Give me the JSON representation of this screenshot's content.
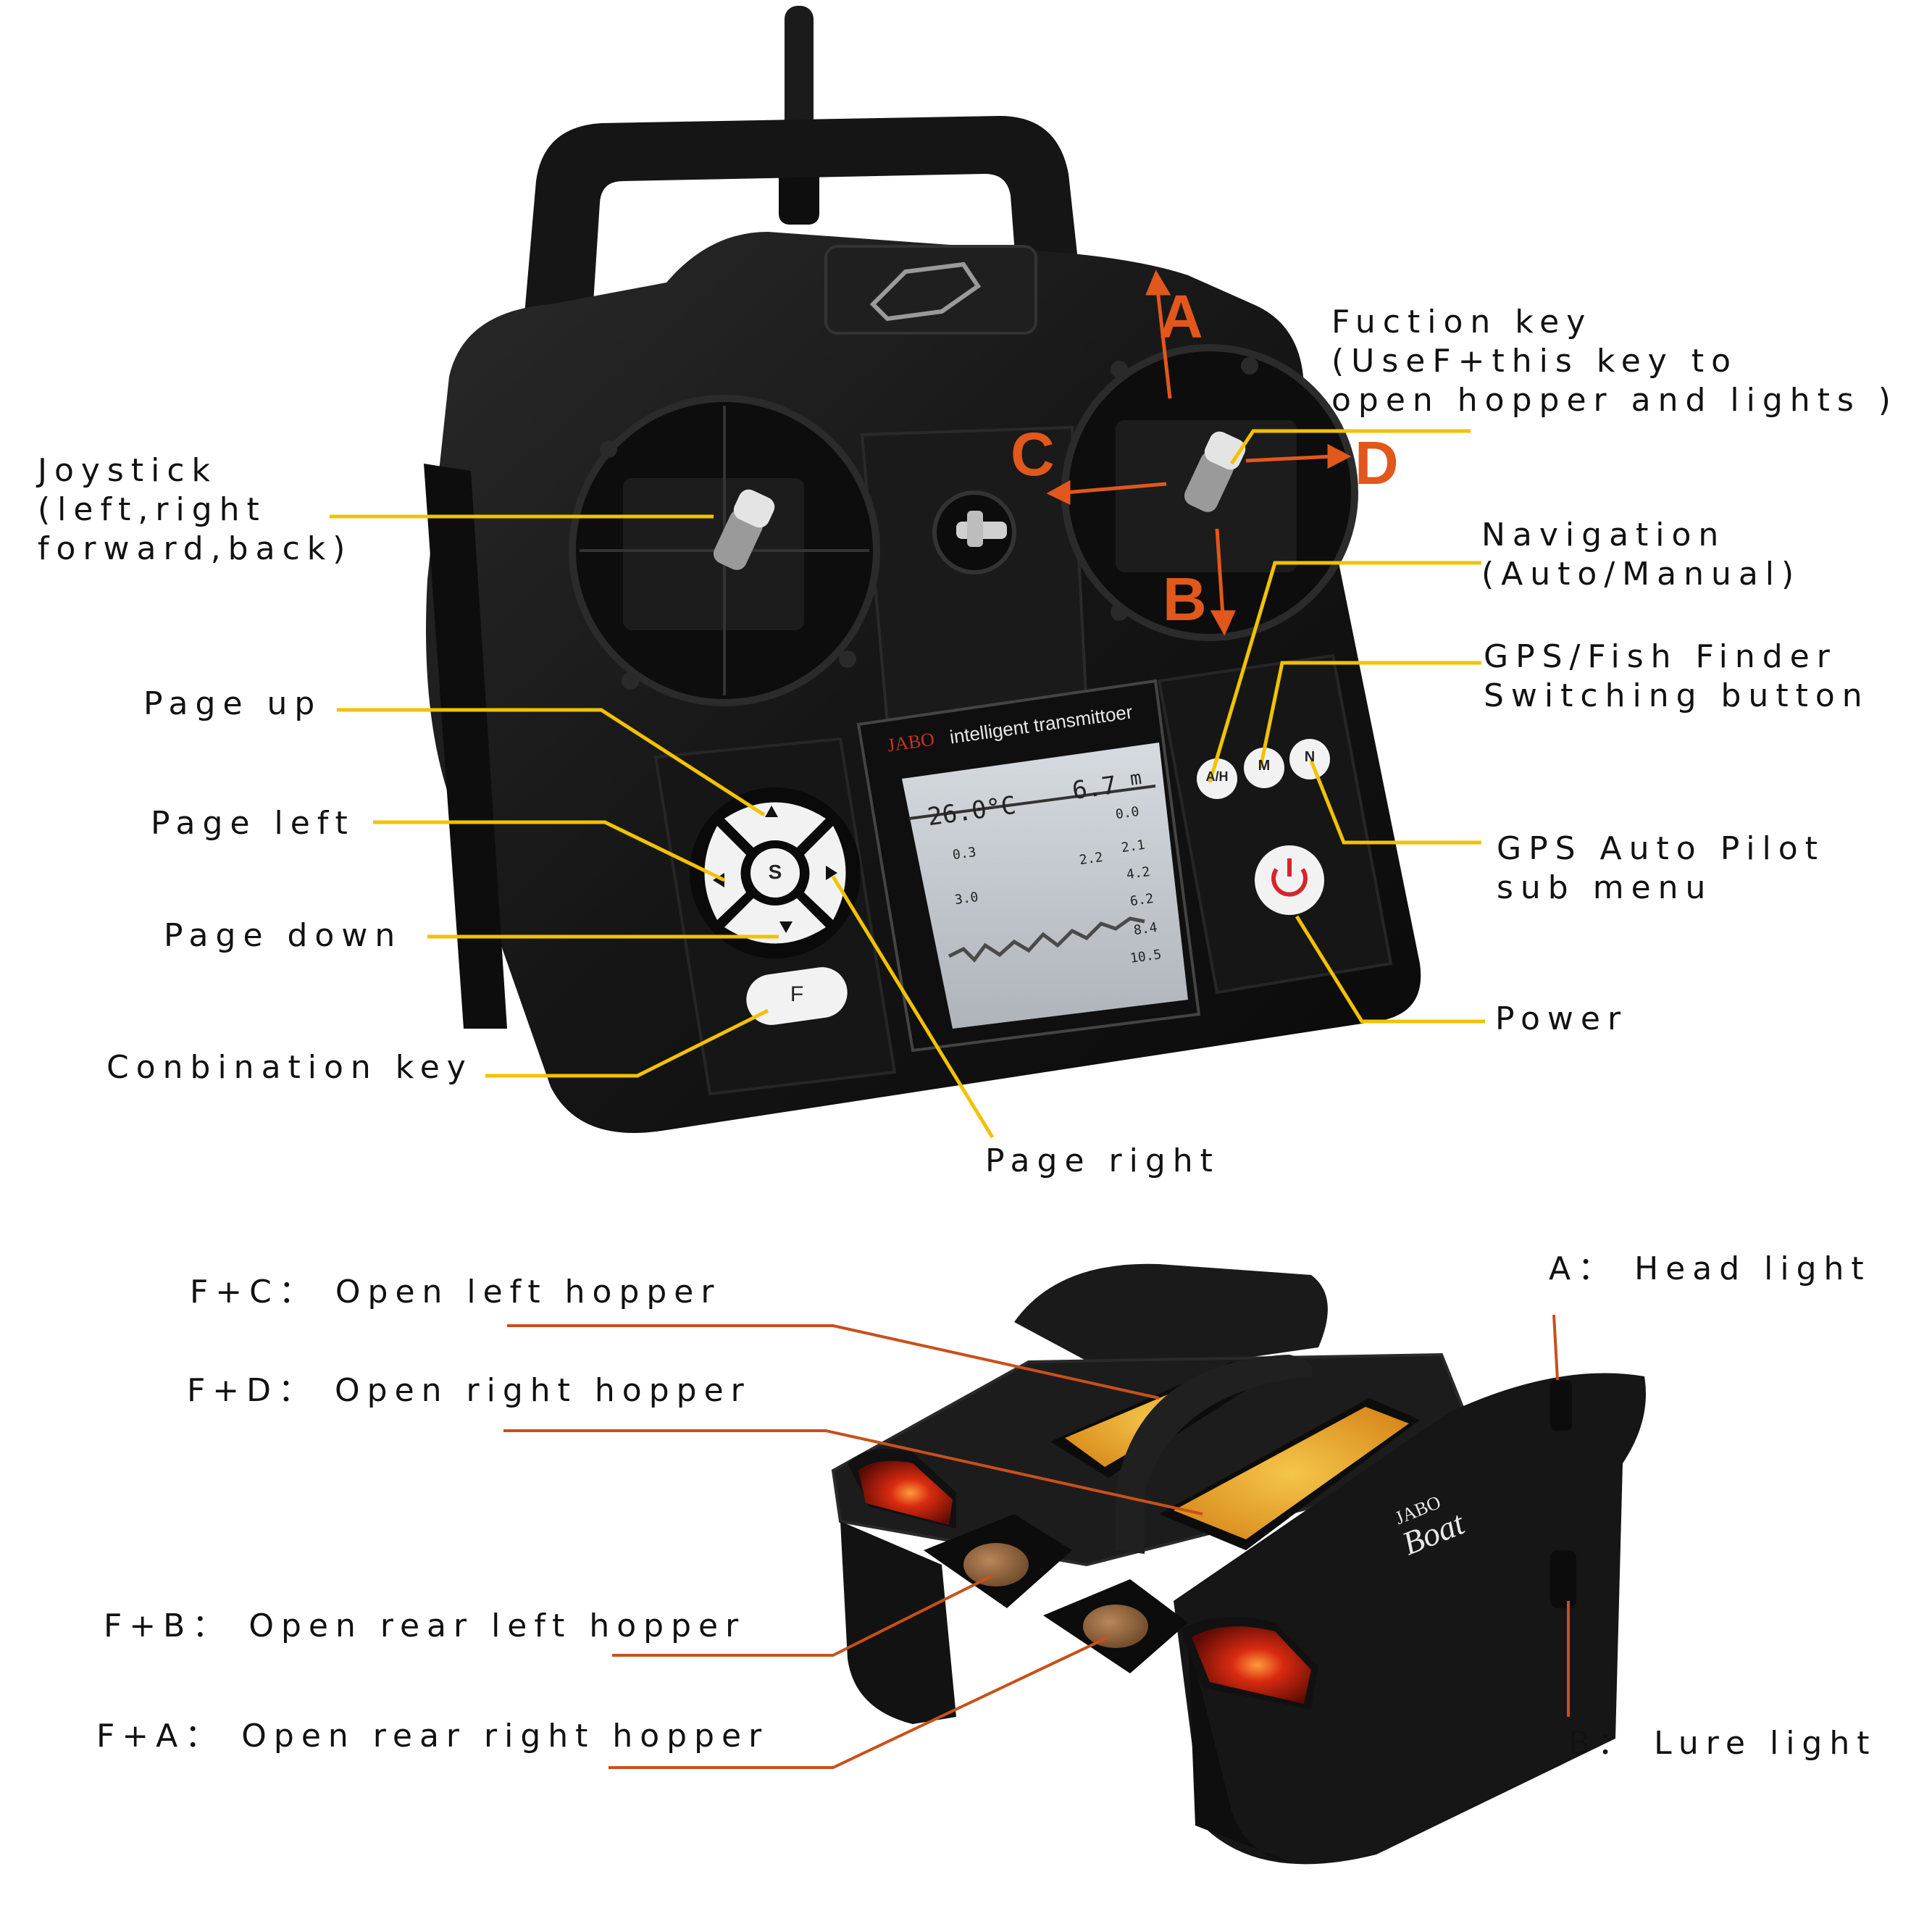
{
  "transmitter": {
    "brand": "JABO",
    "screen_title": "intelligent transmittoer",
    "screen": {
      "temperature": "26.0°C",
      "depth": "6.7",
      "depth_unit": "m",
      "scale": [
        "0.0",
        "2.1",
        "4.2",
        "6.2",
        "8.4",
        "10.5"
      ],
      "fish_depth_1": "0.3",
      "fish_depth_2": "2.2",
      "fish_depth_3": "3.0"
    },
    "buttons": {
      "select": "S",
      "function": "F",
      "navigation": "A/H",
      "mode": "M",
      "gps_menu": "N"
    },
    "directions": {
      "up": "A",
      "down": "B",
      "left": "C",
      "right": "D"
    }
  },
  "labels": {
    "joystick": [
      "Joystick",
      "(left,right",
      "forward,back)"
    ],
    "function_key": [
      "Fuction key",
      "(UseF+this key to",
      "open hopper and lights )"
    ],
    "navigation": [
      "Navigation",
      "(Auto/Manual)"
    ],
    "gps_switch": [
      "GPS/Fish Finder",
      "Switching button"
    ],
    "gps_autopilot": [
      "GPS Auto Pilot",
      "sub menu"
    ],
    "power": "Power",
    "page_up": "Page up",
    "page_left": "Page left",
    "page_down": "Page down",
    "combination_key": "Conbination key",
    "page_right": "Page right"
  },
  "boat_labels": {
    "fc": "F+C： Open left hopper",
    "fd": "F+D： Open right hopper",
    "fb": "F+B： Open rear left hopper",
    "fa": "F+A： Open rear right hopper",
    "head_light": "A： Head light",
    "lure_light": "B： Lure light",
    "boat_brand_1": "JABO",
    "boat_brand_2": "Boat"
  },
  "colors": {
    "leader_yellow": "#f2c200",
    "leader_orange": "#c8501a",
    "direction_orange": "#e2571b",
    "body": "#141414"
  }
}
